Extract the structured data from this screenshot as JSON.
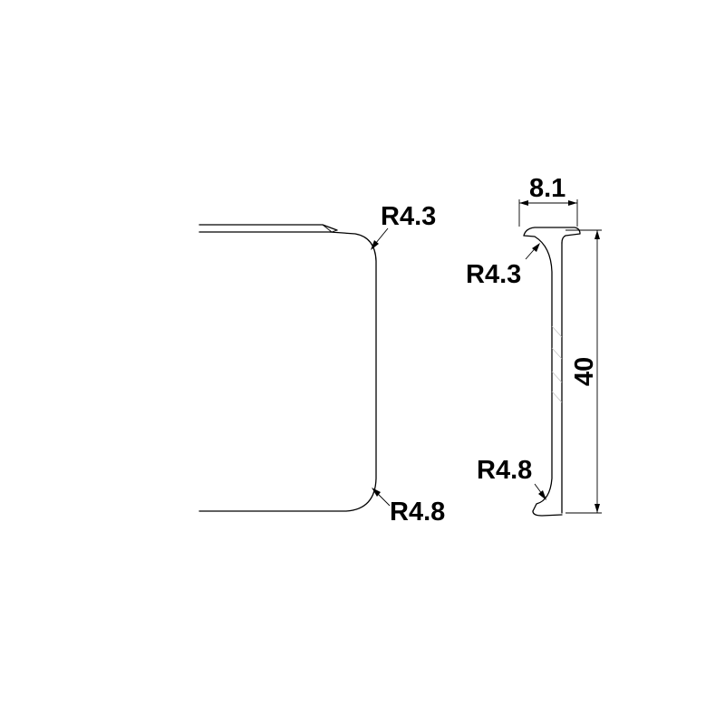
{
  "front_view": {
    "top_radius_label": "R4.3",
    "bottom_radius_label": "R4.8"
  },
  "side_view": {
    "width_label": "8.1",
    "height_label": "40",
    "top_radius_label": "R4.3",
    "bottom_radius_label": "R4.8"
  }
}
